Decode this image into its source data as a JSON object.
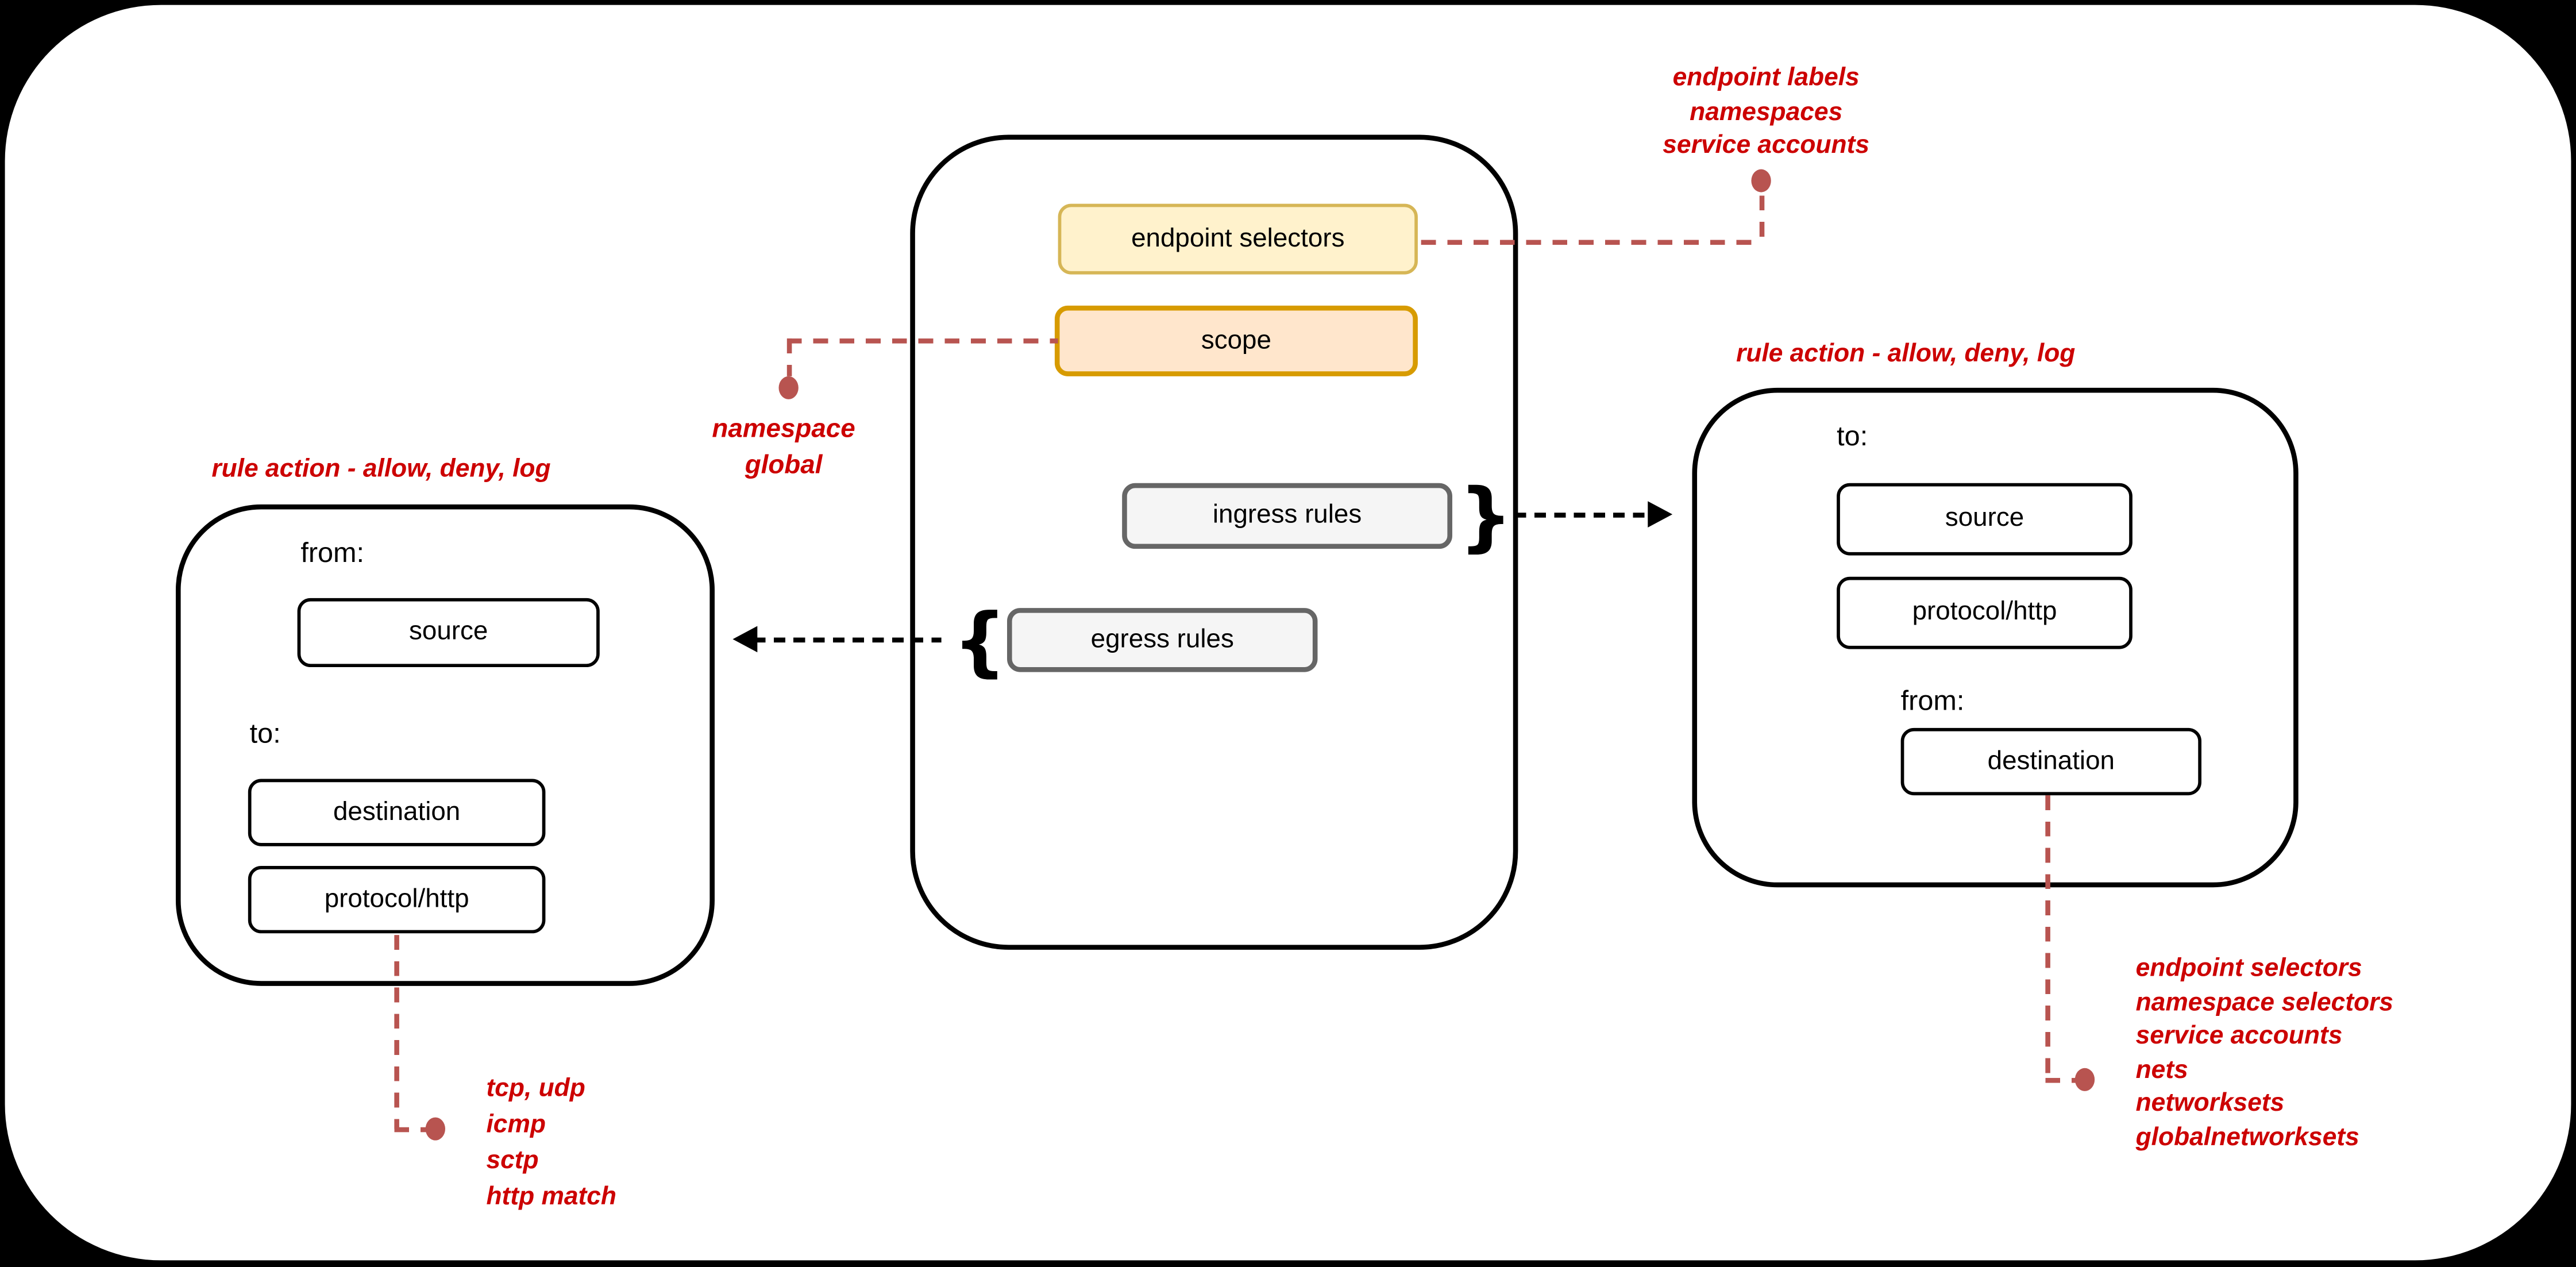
{
  "diagram": {
    "policy_container": {
      "endpoint_selectors_label": "endpoint selectors",
      "scope_label": "scope",
      "ingress_rules_label": "ingress rules",
      "egress_rules_label": "egress rules",
      "ingress_brace": "}",
      "egress_brace": "{"
    },
    "egress_rule_box": {
      "from_label": "from:",
      "source_label": "source",
      "to_label": "to:",
      "destination_label": "destination",
      "protocol_label": "protocol/http"
    },
    "ingress_rule_box": {
      "to_label": "to:",
      "source_label": "source",
      "protocol_label": "protocol/http",
      "from_label": "from:",
      "destination_label": "destination"
    },
    "annotations": {
      "endpoint_selector_values": [
        "endpoint labels",
        "namespaces",
        "service accounts"
      ],
      "scope_values": [
        "namespace",
        "global"
      ],
      "rule_action_left": "rule action - allow, deny, log",
      "rule_action_right": "rule action - allow, deny, log",
      "protocol_values": [
        "tcp, udp",
        "icmp",
        "sctp",
        "http match"
      ],
      "destination_values": [
        "endpoint selectors",
        "namespace selectors",
        "service accounts",
        "nets",
        "networksets",
        "globalnetworksets"
      ]
    },
    "colors": {
      "annotation_text": "#CC0000",
      "connector_line": "#B85450",
      "endpoint_selectors_fill": "#FFF2CC",
      "endpoint_selectors_stroke": "#D6B656",
      "scope_fill": "#FFE6CC",
      "scope_stroke": "#D79B00",
      "rules_fill": "#F5F5F5",
      "rules_stroke": "#666666",
      "container_stroke": "#000000",
      "background": "#000000",
      "sheet": "#FFFFFF"
    }
  }
}
